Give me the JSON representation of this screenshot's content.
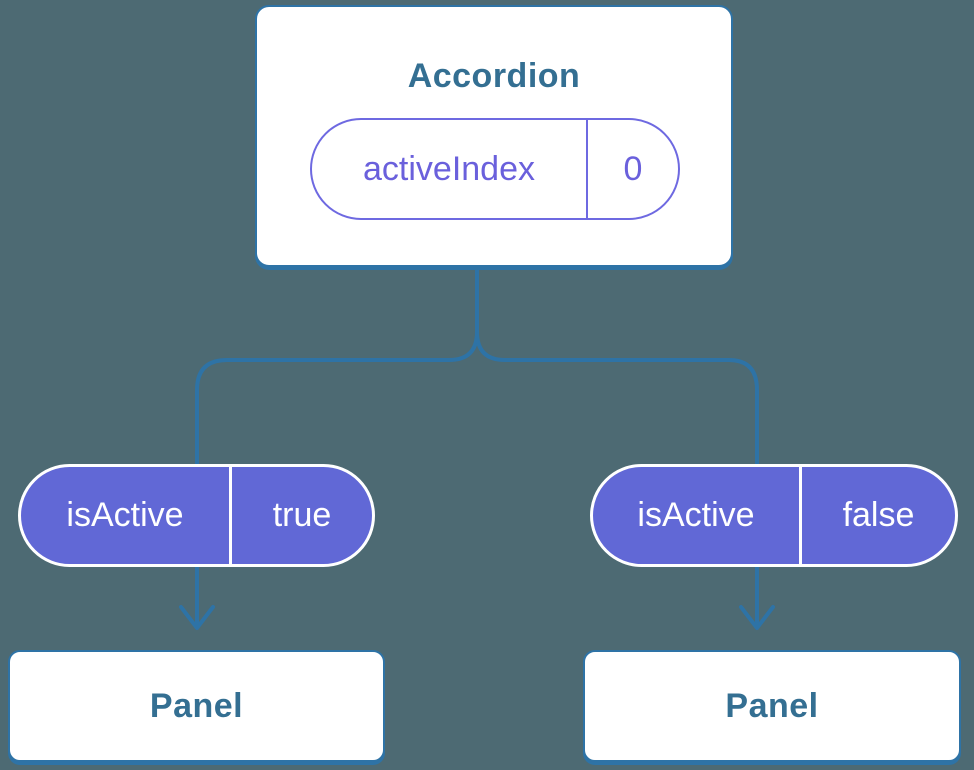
{
  "diagram": {
    "root": {
      "title": "Accordion",
      "state": {
        "name": "activeIndex",
        "value": "0"
      }
    },
    "children": [
      {
        "prop": {
          "name": "isActive",
          "value": "true"
        },
        "panel": {
          "title": "Panel"
        }
      },
      {
        "prop": {
          "name": "isActive",
          "value": "false"
        },
        "panel": {
          "title": "Panel"
        }
      }
    ]
  },
  "icons": {
    "left_arrow": "arrow-down-icon",
    "right_arrow": "arrow-down-icon"
  },
  "colors": {
    "background": "#4d6a73",
    "connector": "#2e73a6",
    "card_fill": "#ffffff",
    "title_text": "#346f92",
    "pill_border": "#6e69e1",
    "pill_text": "#6a60dc",
    "prop_fill": "#6168d6",
    "prop_text": "#ffffff"
  }
}
